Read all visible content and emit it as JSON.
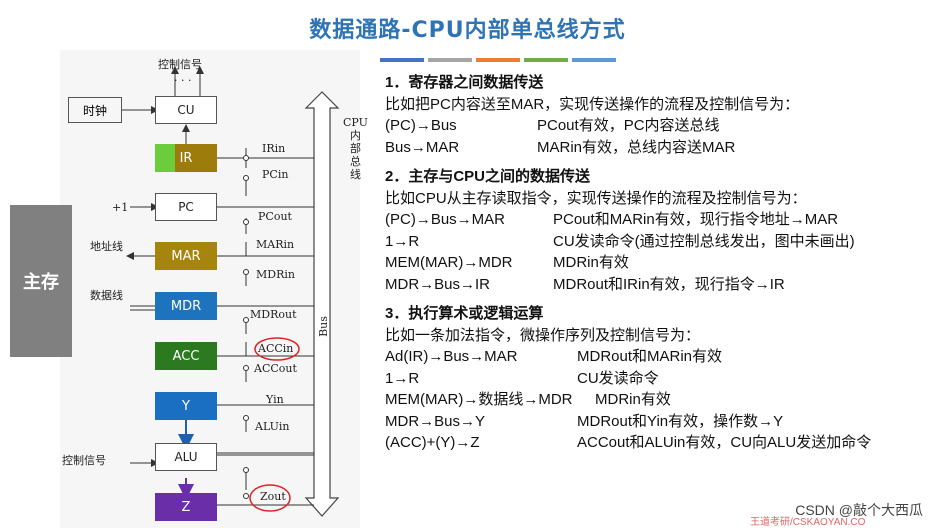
{
  "title": "数据通路-CPU内部单总线方式",
  "title_bar_colors": [
    "#4472c4",
    "#a5a5a5",
    "#ed7d31",
    "#70ad47",
    "#5b9bd5"
  ],
  "diagram": {
    "main_memory": "主存",
    "clock": "时钟",
    "control_signal_top": "控制信号",
    "control_dots": "· · ·",
    "control_signal_left": "控制信号",
    "address_line": "地址线",
    "data_line": "数据线",
    "pc_plus": "+1",
    "cpu_bus_label": "CPU\n内\n部\n总\n线",
    "bus_label": "Bus",
    "registers": {
      "cu": "CU",
      "ir": "IR",
      "pc": "PC",
      "mar": "MAR",
      "mdr": "MDR",
      "acc": "ACC",
      "y": "Y",
      "alu": "ALU",
      "z": "Z"
    },
    "signals": {
      "irin": "IRin",
      "pcin": "PCin",
      "pcout": "PCout",
      "marin": "MARin",
      "mdrin": "MDRin",
      "mdrout": "MDRout",
      "accin": "ACCin",
      "accout": "ACCout",
      "yin": "Yin",
      "aluin": "ALUin",
      "zout": "Zout"
    },
    "colors": {
      "ir": "#9e7c0c",
      "ir_accent": "#6ccd3c",
      "mar": "#a6850e",
      "mdr": "#1e73be",
      "acc": "#2b7a1f",
      "y": "#1b6fc3",
      "z": "#6a2fa8"
    }
  },
  "sections": [
    {
      "heading": "1．寄存器之间数据传送",
      "intro": "比如把PC内容送至MAR，实现传送操作的流程及控制信号为：",
      "rows": [
        {
          "op": "(PC)→Bus",
          "desc": "PCout有效，PC内容送总线"
        },
        {
          "op": "Bus→MAR",
          "desc": "MARin有效，总线内容送MAR"
        }
      ]
    },
    {
      "heading": "2．主存与CPU之间的数据传送",
      "intro": "比如CPU从主存读取指令，实现传送操作的流程及控制信号为：",
      "rows": [
        {
          "op": "(PC)→Bus→MAR",
          "desc": "PCout和MARin有效，现行指令地址→MAR"
        },
        {
          "op": "1→R",
          "desc": "CU发读命令(通过控制总线发出，图中未画出)"
        },
        {
          "op": "MEM(MAR)→MDR",
          "desc": "MDRin有效"
        },
        {
          "op": "MDR→Bus→IR",
          "desc": "MDRout和IRin有效，现行指令→IR"
        }
      ]
    },
    {
      "heading": "3．执行算术或逻辑运算",
      "intro": "比如一条加法指令，微操作序列及控制信号为：",
      "rows": [
        {
          "op": "Ad(IR)→Bus→MAR",
          "desc": "MDRout和MARin有效"
        },
        {
          "op": "1→R",
          "desc": "CU发读命令"
        },
        {
          "op": "MEM(MAR)→数据线→MDR",
          "desc": "MDRin有效"
        },
        {
          "op": "MDR→Bus→Y",
          "desc": "MDRout和Yin有效，操作数→Y"
        },
        {
          "op": "(ACC)+(Y)→Z",
          "desc": "ACCout和ALUin有效，CU向ALU发送加命令"
        }
      ]
    }
  ],
  "watermark": "CSDN @敲个大西瓜",
  "footer_fragment": "王道考研/CSKAOYAN.CO"
}
